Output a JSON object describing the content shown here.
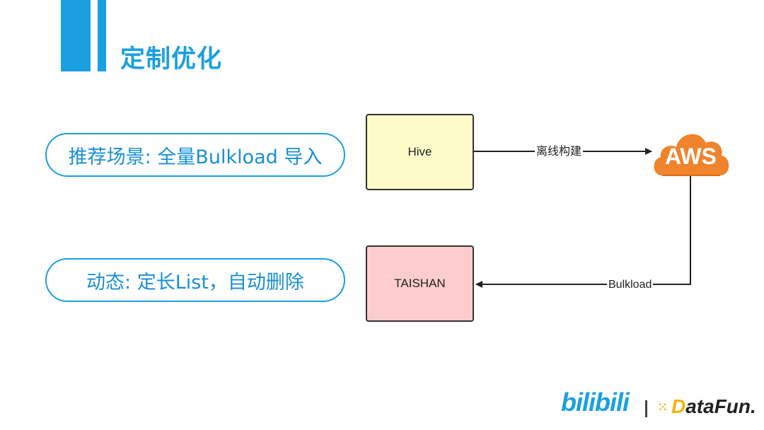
{
  "slide": {
    "title": "定制优化"
  },
  "bullets": [
    {
      "text": "推荐场景: 全量Bulkload 导入"
    },
    {
      "text": "动态: 定长List，自动删除"
    }
  ],
  "diagram": {
    "nodes": {
      "hive": {
        "label": "Hive",
        "color": "#fdfcc8"
      },
      "taishan": {
        "label": "TAISHAN",
        "color": "#fdcdcd"
      },
      "aws": {
        "label": "AWS",
        "color": "#f0842c"
      }
    },
    "edges": [
      {
        "from": "hive",
        "to": "aws",
        "label": "离线构建"
      },
      {
        "from": "aws",
        "to": "taishan",
        "label": "Bulkload"
      }
    ]
  },
  "logos": {
    "bilibili": {
      "text": "bilibili",
      "color": "#1aa0e0"
    },
    "datafun": {
      "d": "D",
      "rest": "ataFun.",
      "accent": "#f5b30a"
    }
  }
}
